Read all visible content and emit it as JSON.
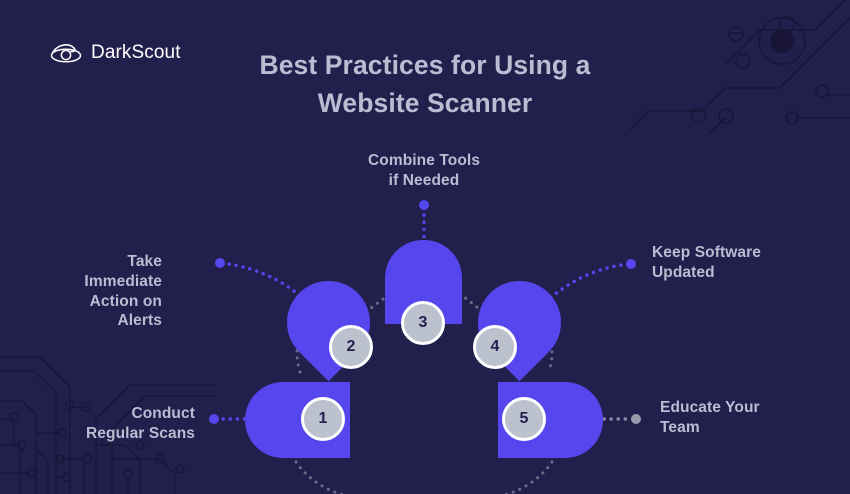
{
  "brand": {
    "name": "DarkScout",
    "logo_icon": "eye-scan-logo-icon"
  },
  "header": {
    "title_line_1": "Best Practices for Using a",
    "title_line_2": "Website Scanner"
  },
  "colors": {
    "background": "#231f4d",
    "petal": "#5546ee",
    "badge_fill": "#bcc1ce",
    "badge_border": "#ffffff",
    "text": "#b9bdd2",
    "connector_purple": "#5546ee",
    "connector_gray": "#8d8ba0",
    "circuit_line": "#191538"
  },
  "steps": [
    {
      "number": "1",
      "label": "Conduct\nRegular Scans",
      "dot_color": "#5546ee",
      "side": "left"
    },
    {
      "number": "2",
      "label": "Take\nImmediate\nAction on\nAlerts",
      "dot_color": "#5546ee",
      "side": "left"
    },
    {
      "number": "3",
      "label": "Combine Tools\nif Needed",
      "dot_color": "#5546ee",
      "side": "top"
    },
    {
      "number": "4",
      "label": "Keep Software\nUpdated",
      "dot_color": "#5546ee",
      "side": "right"
    },
    {
      "number": "5",
      "label": "Educate Your\nTeam",
      "dot_color": "#9a9aae",
      "side": "right"
    }
  ]
}
